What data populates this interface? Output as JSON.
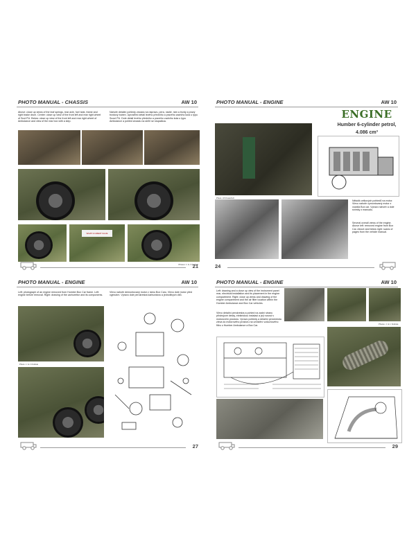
{
  "pages": {
    "p21": {
      "section": "PHOTO MANUAL - CHASSIS",
      "model": "AW 10",
      "number": "21",
      "caption_en": "Above: close up views of the leaf springs, rear axle, fuel tank, frame and right brake drum. Center: close up view of the front left and rear right wheel of Scot PU. Below: close up view of the front left and rear right wheel of Ambulance and view of the rear box with a step.",
      "caption_cz": "Nahoře detailní pohledy zezadu na nápravu, pera, nádrž, rám a brzdy a pravý brzdový buben. Uprostřed detail levého předního a pravého zadního kola u typu Scout PU. Dole detail levého předního a pravého zadního kola u typu Ambulance a pohled zezadu na skříň se stupačkou.",
      "plate_text": "WHAT A GREAT GLUE",
      "photo_credit": "Photos: J. & J. Krahule"
    },
    "p24": {
      "section": "PHOTO MANUAL - ENGINE",
      "model": "AW 10",
      "number": "24",
      "title": "ENGINE",
      "subtitle_line1": "Humber 6-cylinder petrol,",
      "subtitle_line2": "4.086 cm³",
      "caption_cz": "Několik celkových pohledů na motor. Vlevo nahoře vymontovaný motor z vozidla Box car. Vpravo nahoře a dole snímky z manuálu.",
      "caption_en": "Several overall views of the engine. Above left: removed engine from Box Car. Above and below right: scans of pages from the vehicle manual.",
      "photo_credit": "Photo: Jiří Kratochvíl"
    },
    "p27": {
      "section": "PHOTO MANUAL - ENGINE",
      "model": "AW 10",
      "number": "27",
      "caption_en": "Left: photograph of an engine removed from Humber Box Car frame. Left: engine before removal. Right: drawing of the carburettor and its components.",
      "caption_cz": "Vlevo nahoře demontovaný motor z rámu Box Caru. Vlevo dole motor před vyjmutím. Vpravo dole perokresba karburátoru a jednotlivých dílů.",
      "photo_credit": "Photo: J. & J. Krahule"
    },
    "p29": {
      "section": "PHOTO MANUAL - ENGINE",
      "model": "AW 10",
      "number": "29",
      "caption_en": "Left: drawing and a close up view of the instrument panel rear, electrical installation and its placement in the engine compartment. Right: close up views and drawing of the engine compartment and the air filter location within the Humber Ambulance and Box Car vehicles.",
      "caption_cz": "Vlevo detailní perokresba a pohled na zadní stranu přístrojové desky, elektrickou instalaci a její rozvod v motorovém prostoru. Vpravo pohledy a detailní perokresba zleva do motorového prostoru na umístění vzduchového filtru u Humber Ambulance a Box Car.",
      "photo_credit": "Photos: J. & J. Krahule"
    }
  }
}
